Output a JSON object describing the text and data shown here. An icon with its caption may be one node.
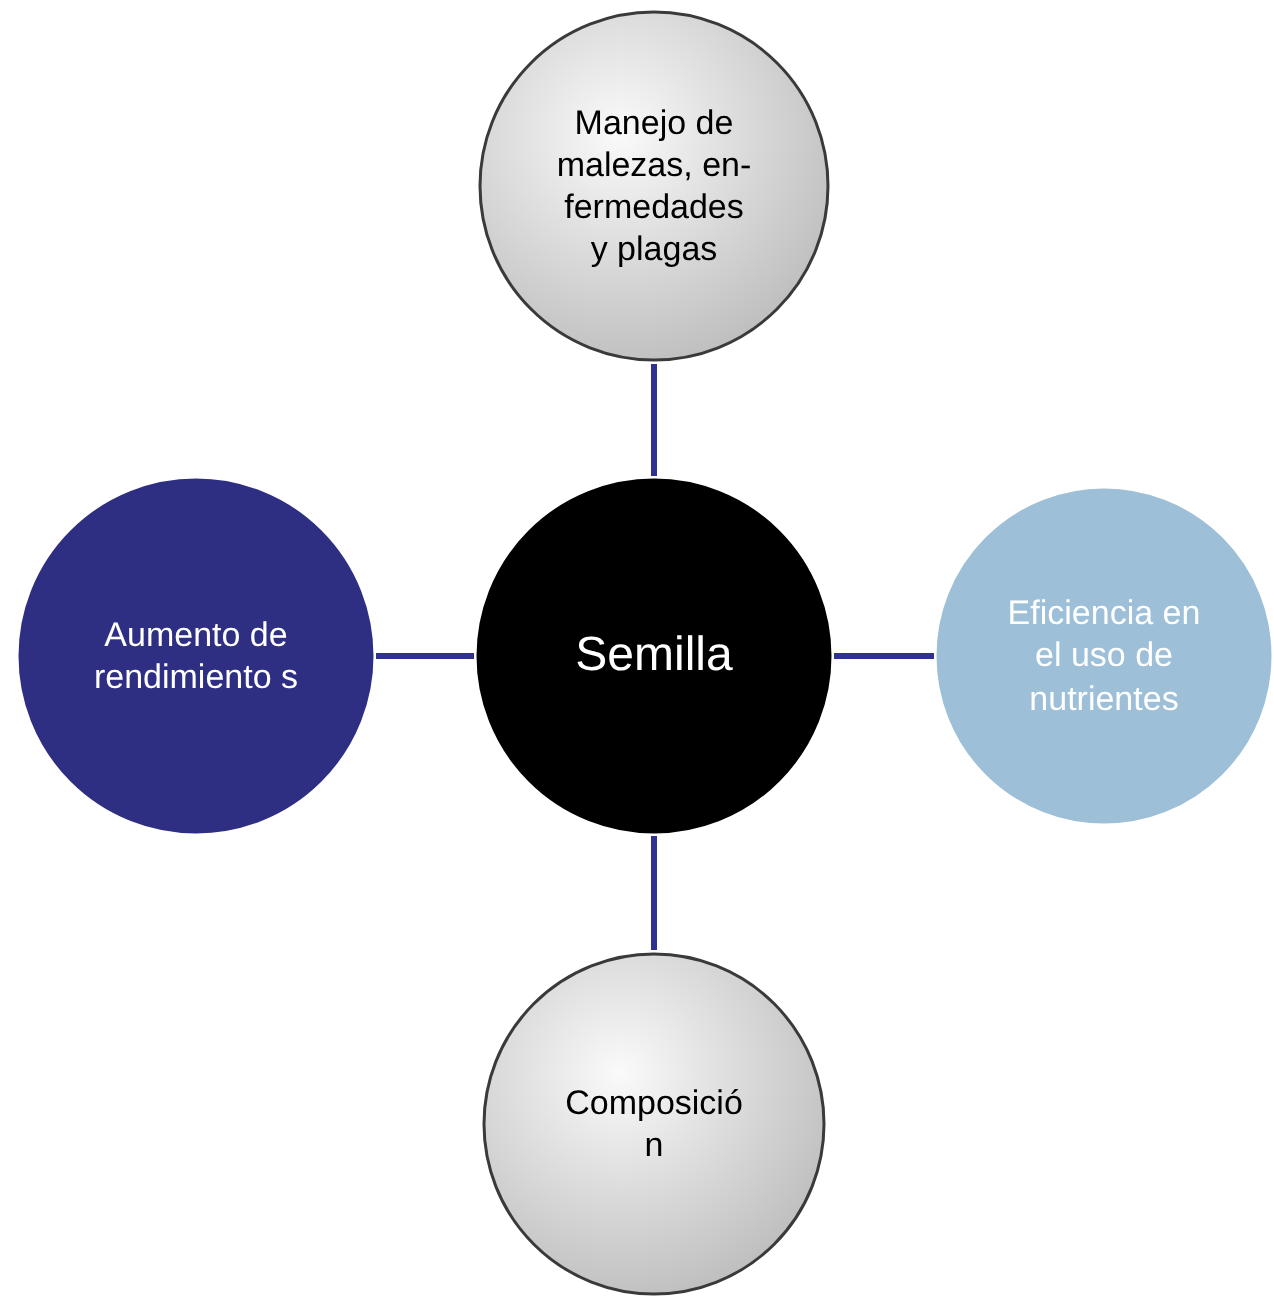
{
  "diagram": {
    "nodes": [
      {
        "text": [
          "Manejo de malezas, en- fermedades y plagas"
        ]
      },
      {
        "text": [
          "Aumento de rendimiento s"
        ]
      },
      {
        "text": [
          "Semilla"
        ]
      },
      {
        "text": [
          "Eficiencia en el uso de nutrientes"
        ]
      },
      {
        "text": [
          "Composició n"
        ]
      }
    ],
    "edges": [
      {
        "from": 2,
        "to": 0,
        "arrow": "none"
      },
      {
        "from": 2,
        "to": 1,
        "arrow": "none"
      },
      {
        "from": 2,
        "to": 3,
        "arrow": "none"
      },
      {
        "from": 2,
        "to": 4,
        "arrow": "none"
      }
    ]
  }
}
